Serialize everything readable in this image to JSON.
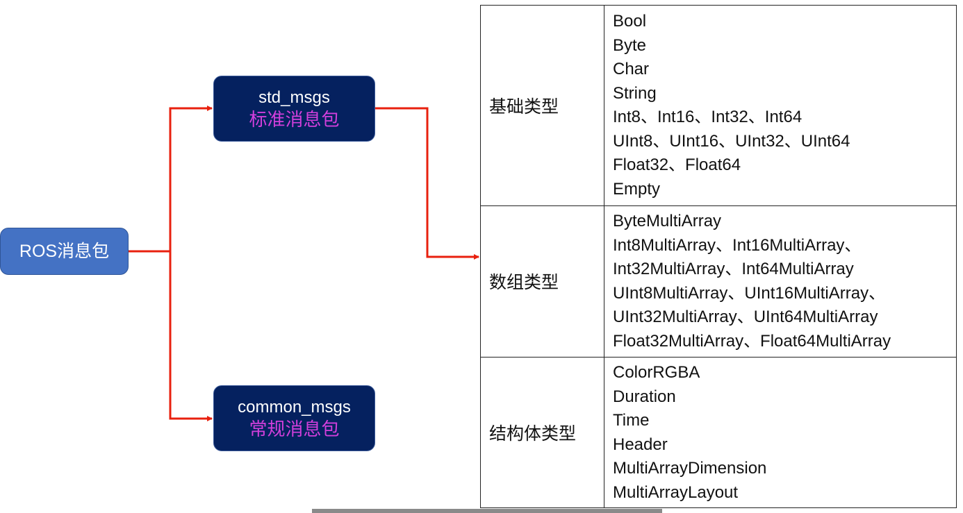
{
  "nodes": {
    "root": {
      "label": "ROS消息包"
    },
    "std": {
      "title": "std_msgs",
      "subtitle": "标准消息包"
    },
    "common": {
      "title": "common_msgs",
      "subtitle": "常规消息包"
    }
  },
  "table": {
    "rows": [
      {
        "category": "基础类型",
        "items": [
          "Bool",
          "Byte",
          "Char",
          "String",
          "Int8、Int16、Int32、Int64",
          "UInt8、UInt16、UInt32、UInt64",
          "Float32、Float64",
          "Empty"
        ]
      },
      {
        "category": "数组类型",
        "items": [
          "ByteMultiArray",
          "Int8MultiArray、Int16MultiArray、",
          "Int32MultiArray、Int64MultiArray",
          "UInt8MultiArray、UInt16MultiArray、",
          "UInt32MultiArray、UInt64MultiArray",
          "Float32MultiArray、Float64MultiArray"
        ]
      },
      {
        "category": "结构体类型",
        "items": [
          "ColorRGBA",
          "Duration",
          "Time",
          "Header",
          "MultiArrayDimension",
          "MultiArrayLayout"
        ]
      }
    ]
  },
  "colors": {
    "arrow": "#e8200e",
    "dark_node": "#05215f",
    "root_node": "#4472c4",
    "subtitle": "#d23fdc"
  }
}
